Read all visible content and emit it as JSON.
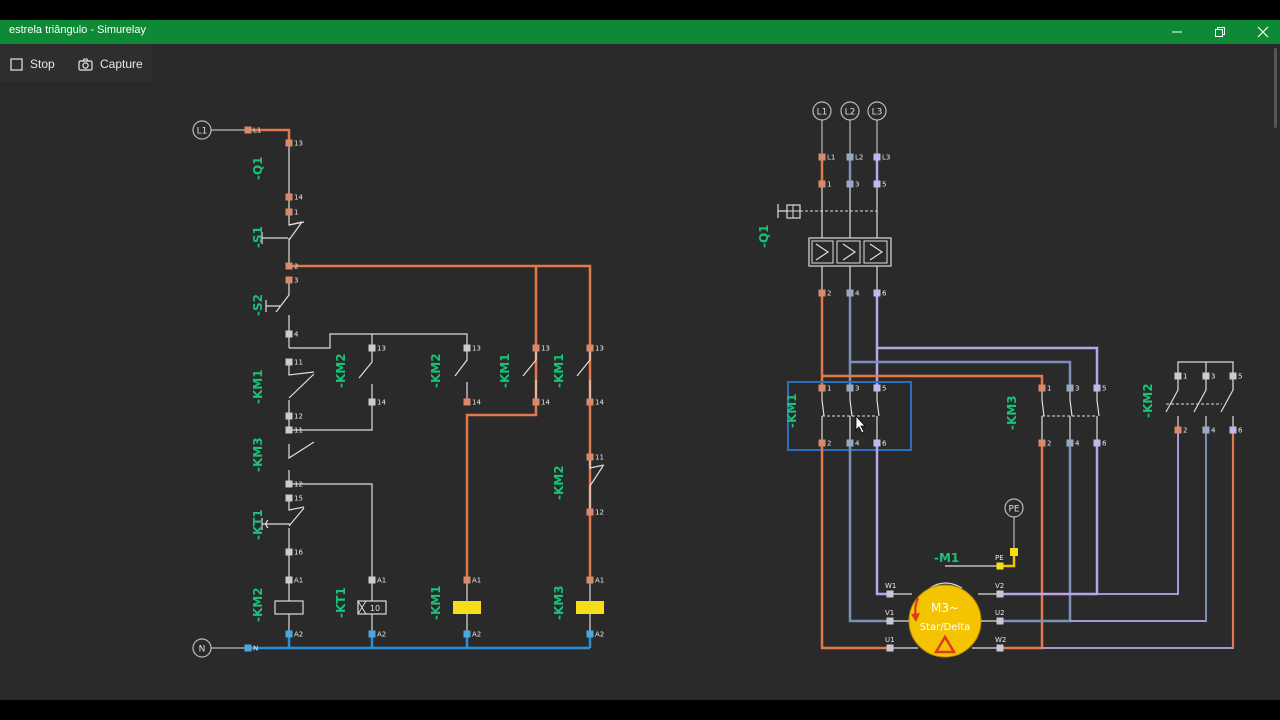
{
  "window": {
    "title": "estrela triângulo - Simurelay"
  },
  "toolbar": {
    "stop_label": "Stop",
    "capture_label": "Capture",
    "stop_icon": "square-icon",
    "capture_icon": "camera-icon"
  },
  "colors": {
    "titlebar": "#0e8a36",
    "tag": "#19c27a",
    "phase_l1": "#e07a4a",
    "phase_l2": "#7d8fb5",
    "phase_l3": "#b9a6e8",
    "neutral": "#2b8fd8",
    "coil_active": "#f5dd1a",
    "motor": "#f5c400"
  },
  "control": {
    "supply_l1": "L1",
    "supply_n": "N",
    "tags": {
      "q1": "-Q1",
      "s1": "-S1",
      "s2": "-S2",
      "km1a": "-KM1",
      "km2a": "-KM2",
      "km3a": "-KM3",
      "kt1a": "-KT1",
      "km2b": "-KM2",
      "km1b": "-KM1",
      "km1c": "-KM1",
      "km2c": "-KM2",
      "km2coil": "-KM2",
      "kt1coil": "-KT1",
      "km1coil": "-KM1",
      "km3coil": "-KM3"
    },
    "timer_value": "10",
    "pins": [
      "L1",
      "13",
      "14",
      "1",
      "2",
      "3",
      "4",
      "11",
      "12",
      "11",
      "12",
      "15",
      "16",
      "A1",
      "A2",
      "N",
      "13",
      "14",
      "A1",
      "A2",
      "13",
      "14",
      "A1",
      "A2",
      "13",
      "14",
      "13",
      "14",
      "11",
      "12",
      "A1",
      "A2"
    ]
  },
  "power": {
    "phases": [
      "L1",
      "L2",
      "L3"
    ],
    "pe": "PE",
    "tags": {
      "q1": "-Q1",
      "km1": "-KM1",
      "km3": "-KM3",
      "km2": "-KM2",
      "motor": "-M1"
    },
    "motor": {
      "line1": "M3~",
      "line2": "Star/Delta"
    },
    "terminals": [
      "W1",
      "V1",
      "U1",
      "V2",
      "U2",
      "W2",
      "PE"
    ],
    "pins": [
      "L1",
      "L2",
      "L3",
      "1",
      "3",
      "5",
      "2",
      "4",
      "6"
    ]
  }
}
